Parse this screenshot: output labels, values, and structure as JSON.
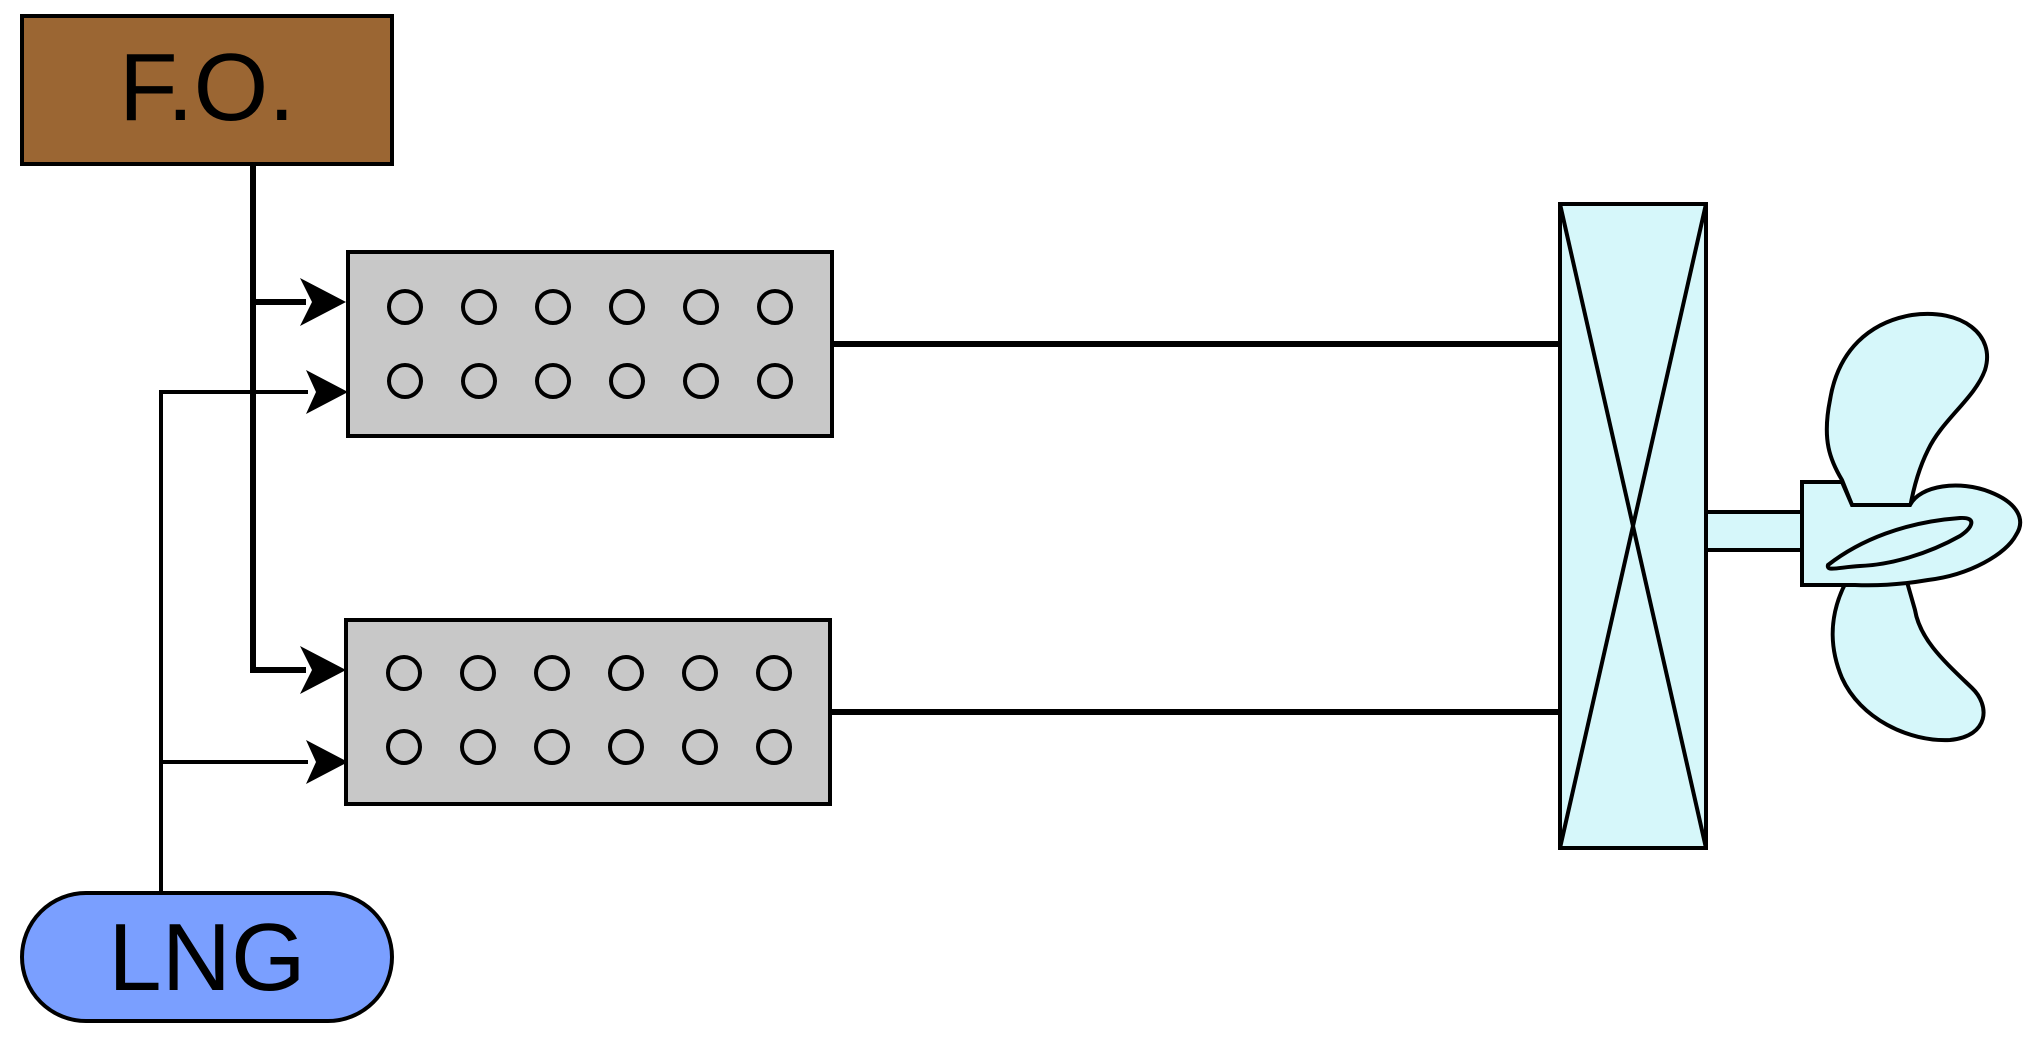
{
  "nodes": {
    "fuel_oil": {
      "label": "F.O.",
      "color": "#9b6633"
    },
    "lng": {
      "label": "LNG",
      "color": "#7a9fff"
    },
    "engine_upper": {
      "cylinder_rows": 2,
      "cylinders_per_row": 6,
      "color": "#c8c8c8"
    },
    "engine_lower": {
      "cylinder_rows": 2,
      "cylinders_per_row": 6,
      "color": "#c8c8c8"
    },
    "gearbox": {
      "color": "#d6f7fa"
    },
    "propeller": {
      "color": "#d6f7fa"
    }
  },
  "colors": {
    "line": "#000000",
    "background": "#ffffff"
  },
  "icons": {
    "engine": "engine-icon",
    "gearbox": "gearbox-icon",
    "propeller": "propeller-icon",
    "arrow": "arrowhead-icon"
  }
}
